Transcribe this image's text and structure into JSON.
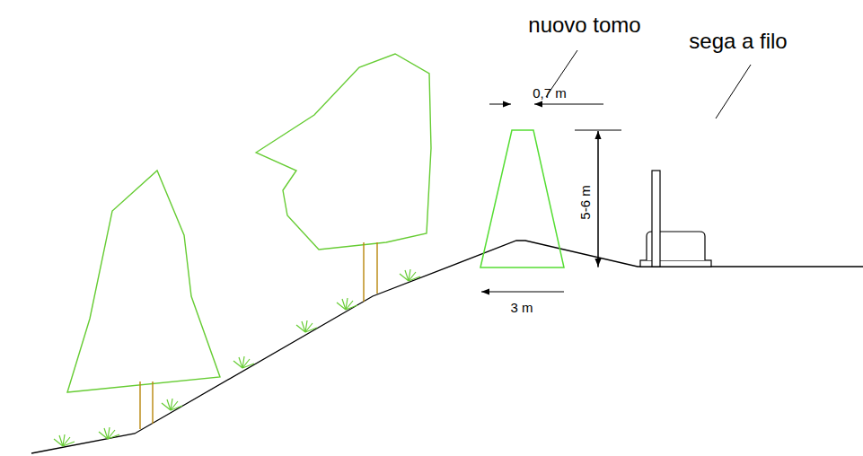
{
  "diagram": {
    "labels": [
      "nuovo tomo",
      "0,7 m",
      "5-6 m",
      "3 m",
      "sega a filo"
    ]
  }
}
